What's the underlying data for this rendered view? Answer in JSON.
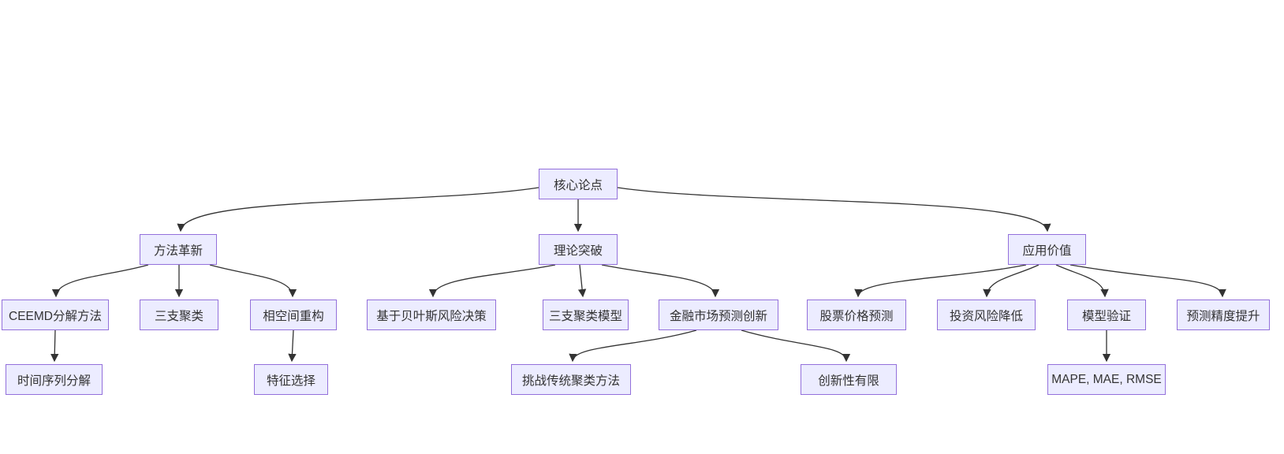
{
  "diagram": {
    "type": "flowchart",
    "direction": "top-down",
    "nodes": [
      {
        "id": "root",
        "label": "核心论点",
        "level": 0,
        "parent": null
      },
      {
        "id": "method-innovation",
        "label": "方法革新",
        "level": 1,
        "parent": "root"
      },
      {
        "id": "theory-breakthrough",
        "label": "理论突破",
        "level": 1,
        "parent": "root"
      },
      {
        "id": "application-value",
        "label": "应用价值",
        "level": 1,
        "parent": "root"
      },
      {
        "id": "ceemd-decomposition",
        "label": "CEEMD分解方法",
        "level": 2,
        "parent": "method-innovation"
      },
      {
        "id": "three-way-clustering",
        "label": "三支聚类",
        "level": 2,
        "parent": "method-innovation"
      },
      {
        "id": "phase-space-reconstruction",
        "label": "相空间重构",
        "level": 2,
        "parent": "method-innovation"
      },
      {
        "id": "bayesian-risk-decision",
        "label": "基于贝叶斯风险决策",
        "level": 2,
        "parent": "theory-breakthrough"
      },
      {
        "id": "three-way-clustering-model",
        "label": "三支聚类模型",
        "level": 2,
        "parent": "theory-breakthrough"
      },
      {
        "id": "financial-market-forecast-innovation",
        "label": "金融市场预测创新",
        "level": 2,
        "parent": "theory-breakthrough"
      },
      {
        "id": "stock-price-prediction",
        "label": "股票价格预测",
        "level": 2,
        "parent": "application-value"
      },
      {
        "id": "investment-risk-reduction",
        "label": "投资风险降低",
        "level": 2,
        "parent": "application-value"
      },
      {
        "id": "model-validation",
        "label": "模型验证",
        "level": 2,
        "parent": "application-value"
      },
      {
        "id": "forecast-accuracy-improvement",
        "label": "预测精度提升",
        "level": 2,
        "parent": "application-value"
      },
      {
        "id": "time-series-decomposition",
        "label": "时间序列分解",
        "level": 3,
        "parent": "ceemd-decomposition"
      },
      {
        "id": "feature-selection",
        "label": "特征选择",
        "level": 3,
        "parent": "phase-space-reconstruction"
      },
      {
        "id": "challenge-traditional-clustering",
        "label": "挑战传统聚类方法",
        "level": 3,
        "parent": "financial-market-forecast-innovation"
      },
      {
        "id": "limited-novelty",
        "label": "创新性有限",
        "level": 3,
        "parent": "financial-market-forecast-innovation"
      },
      {
        "id": "error-metrics",
        "label": "MAPE, MAE, RMSE",
        "level": 3,
        "parent": "model-validation"
      }
    ],
    "edges": [
      {
        "from": "root",
        "to": "method-innovation"
      },
      {
        "from": "root",
        "to": "theory-breakthrough"
      },
      {
        "from": "root",
        "to": "application-value"
      },
      {
        "from": "method-innovation",
        "to": "ceemd-decomposition"
      },
      {
        "from": "method-innovation",
        "to": "three-way-clustering"
      },
      {
        "from": "method-innovation",
        "to": "phase-space-reconstruction"
      },
      {
        "from": "theory-breakthrough",
        "to": "bayesian-risk-decision"
      },
      {
        "from": "theory-breakthrough",
        "to": "three-way-clustering-model"
      },
      {
        "from": "theory-breakthrough",
        "to": "financial-market-forecast-innovation"
      },
      {
        "from": "application-value",
        "to": "stock-price-prediction"
      },
      {
        "from": "application-value",
        "to": "investment-risk-reduction"
      },
      {
        "from": "application-value",
        "to": "model-validation"
      },
      {
        "from": "application-value",
        "to": "forecast-accuracy-improvement"
      },
      {
        "from": "ceemd-decomposition",
        "to": "time-series-decomposition"
      },
      {
        "from": "phase-space-reconstruction",
        "to": "feature-selection"
      },
      {
        "from": "financial-market-forecast-innovation",
        "to": "challenge-traditional-clustering"
      },
      {
        "from": "financial-market-forecast-innovation",
        "to": "limited-novelty"
      },
      {
        "from": "model-validation",
        "to": "error-metrics"
      }
    ]
  },
  "colors": {
    "background": "#ffffff",
    "node_fill": "#ECECFF",
    "node_border": "#9370DB",
    "edge": "#333333",
    "text": "#333333"
  }
}
